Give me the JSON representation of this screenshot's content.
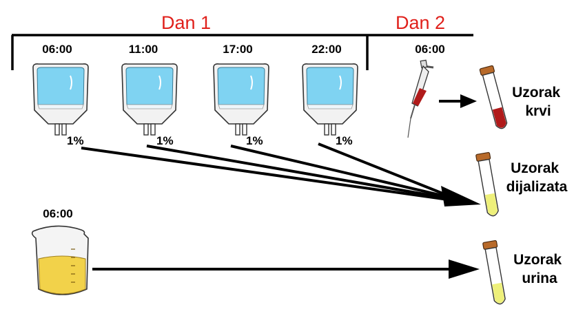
{
  "days": {
    "day1": "Dan 1",
    "day2": "Dan 2"
  },
  "bag_times": [
    "06:00",
    "11:00",
    "17:00",
    "22:00"
  ],
  "syringe_time": "06:00",
  "urine_time": "06:00",
  "percent_label": "1%",
  "samples": {
    "blood_line1": "Uzorak",
    "blood_line2": "krvi",
    "dialysate_line1": "Uzorak",
    "dialysate_line2": "dijalizata",
    "urine_line1": "Uzorak",
    "urine_line2": "urina"
  },
  "colors": {
    "day_label": "#e0201b",
    "bag_fluid": "#7fd3f2",
    "blood": "#b01a1a",
    "dialysate": "#eef07a",
    "urine": "#f2d24a"
  }
}
